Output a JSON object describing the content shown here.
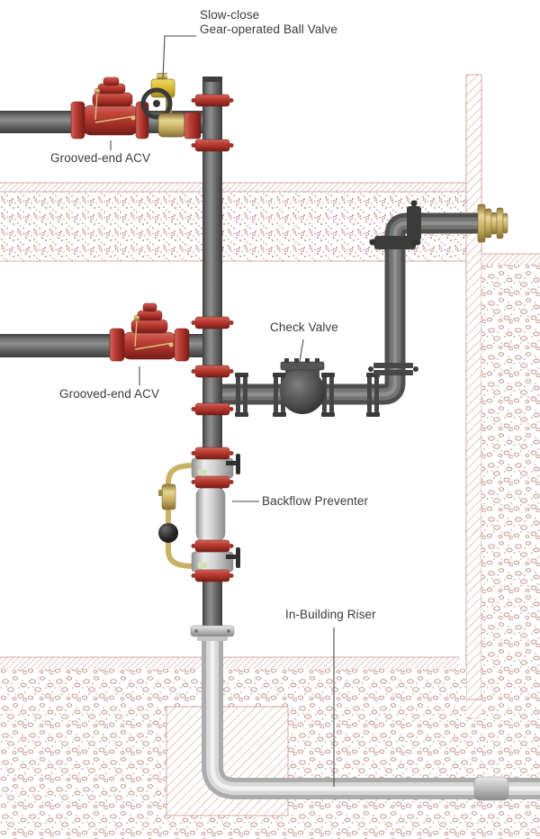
{
  "diagram": {
    "type": "piping-installation-cross-section",
    "labels": {
      "ball_valve": "Slow-close\nGear-operated Ball Valve",
      "acv_top": "Grooved-end ACV",
      "acv_middle": "Grooved-end ACV",
      "check_valve": "Check Valve",
      "backflow_preventer": "Backflow Preventer",
      "in_building_riser": "In-Building Riser"
    },
    "components": [
      {
        "id": "gear-operated-ball-valve",
        "label": "Slow-close Gear-operated Ball Valve"
      },
      {
        "id": "grooved-end-acv-top",
        "label": "Grooved-end ACV"
      },
      {
        "id": "grooved-end-acv-middle",
        "label": "Grooved-end ACV"
      },
      {
        "id": "check-valve",
        "label": "Check Valve"
      },
      {
        "id": "backflow-preventer",
        "label": "Backflow Preventer"
      },
      {
        "id": "in-building-riser",
        "label": "In-Building Riser"
      }
    ],
    "colors": {
      "valve_red": "#b13a31",
      "brass": "#c9b266",
      "pipe_dark": "#6e6e6e",
      "pipe_galvanized": "#d8d8d8",
      "masonry_hatch": "#c9948c",
      "label_text": "#3b3b3b"
    }
  }
}
